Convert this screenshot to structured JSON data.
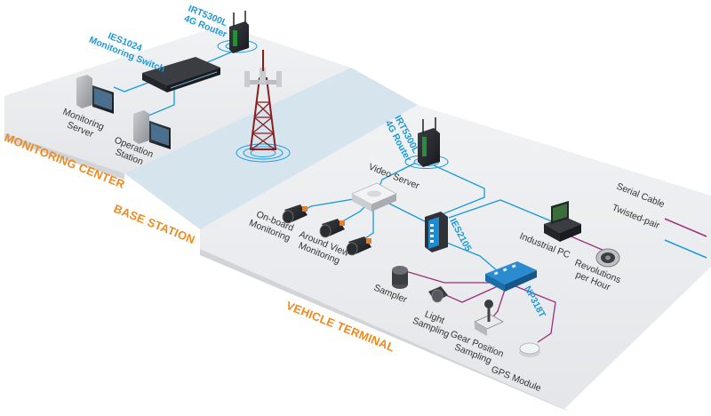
{
  "zones": {
    "monitoring_center": "MONITORING CENTER",
    "base_station": "BASE STATION",
    "vehicle_terminal": "VEHICLE TERMINAL"
  },
  "devices": {
    "ies1024": {
      "line1": "IES1024",
      "line2": "Monitoring Switch"
    },
    "router_top": {
      "line1": "IRT5300L",
      "line2": "4G Router"
    },
    "router_vehicle": {
      "line1": "IRT5300L",
      "line2": "4G Router"
    },
    "monitoring_server": {
      "line1": "Monitoring",
      "line2": "Server"
    },
    "operation_station": {
      "line1": "Operation",
      "line2": "Station"
    },
    "video_server": "Video Server",
    "onboard_monitoring": {
      "line1": "On-board",
      "line2": "Monitoring"
    },
    "around_view": {
      "line1": "Around View",
      "line2": "Monitoring"
    },
    "ies2105": "IES2105",
    "industrial_pc": "Industrial PC",
    "revolutions": {
      "line1": "Revolutions",
      "line2": "per Hour"
    },
    "np318t": "NP318T",
    "sampler": "Sampler",
    "light_sampling": {
      "line1": "Light",
      "line2": "Sampling"
    },
    "gear_position": {
      "line1": "Gear Position",
      "line2": "Sampling"
    },
    "gps_module": "GPS Module"
  },
  "legend": {
    "serial": "Serial Cable",
    "twisted": "Twisted-pair"
  },
  "colors": {
    "zone_label": "#ef8a1e",
    "device_label": "#1a9ad9",
    "twisted_pair": "#1a9ad9",
    "serial_cable": "#9c2f78",
    "platform": "#e9eaec",
    "base_band": "#d6e4ee"
  }
}
